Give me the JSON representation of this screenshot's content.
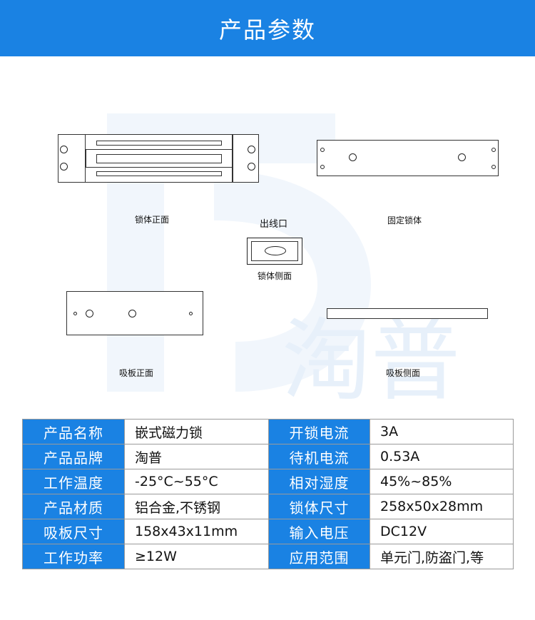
{
  "header": {
    "title": "产品参数"
  },
  "colors": {
    "header_bg": "#1a82e3",
    "label_bg": "#1a82e3",
    "watermark": "#eef4fb"
  },
  "watermark": {
    "brand": "淘普"
  },
  "diagrams": {
    "lock_front": "锁体正面",
    "fixed_lock": "固定锁体",
    "cable_outlet": "出线口",
    "lock_side": "锁体侧面",
    "plate_front": "吸板正面",
    "plate_side": "吸板侧面"
  },
  "specs": [
    {
      "label": "产品名称",
      "value": "嵌式磁力锁",
      "label2": "开锁电流",
      "value2": "3A"
    },
    {
      "label": "产品品牌",
      "value": "淘普",
      "label2": "待机电流",
      "value2": "0.53A"
    },
    {
      "label": "工作温度",
      "value": "-25°C~55°C",
      "label2": "相对湿度",
      "value2": "45%~85%"
    },
    {
      "label": "产品材质",
      "value": "铝合金,不锈钢",
      "label2": "锁体尺寸",
      "value2": "258x50x28mm"
    },
    {
      "label": "吸板尺寸",
      "value": "158x43x11mm",
      "label2": "输入电压",
      "value2": "DC12V"
    },
    {
      "label": "工作功率",
      "value": "≥12W",
      "label2": "应用范围",
      "value2": "单元门,防盗门,等"
    }
  ]
}
